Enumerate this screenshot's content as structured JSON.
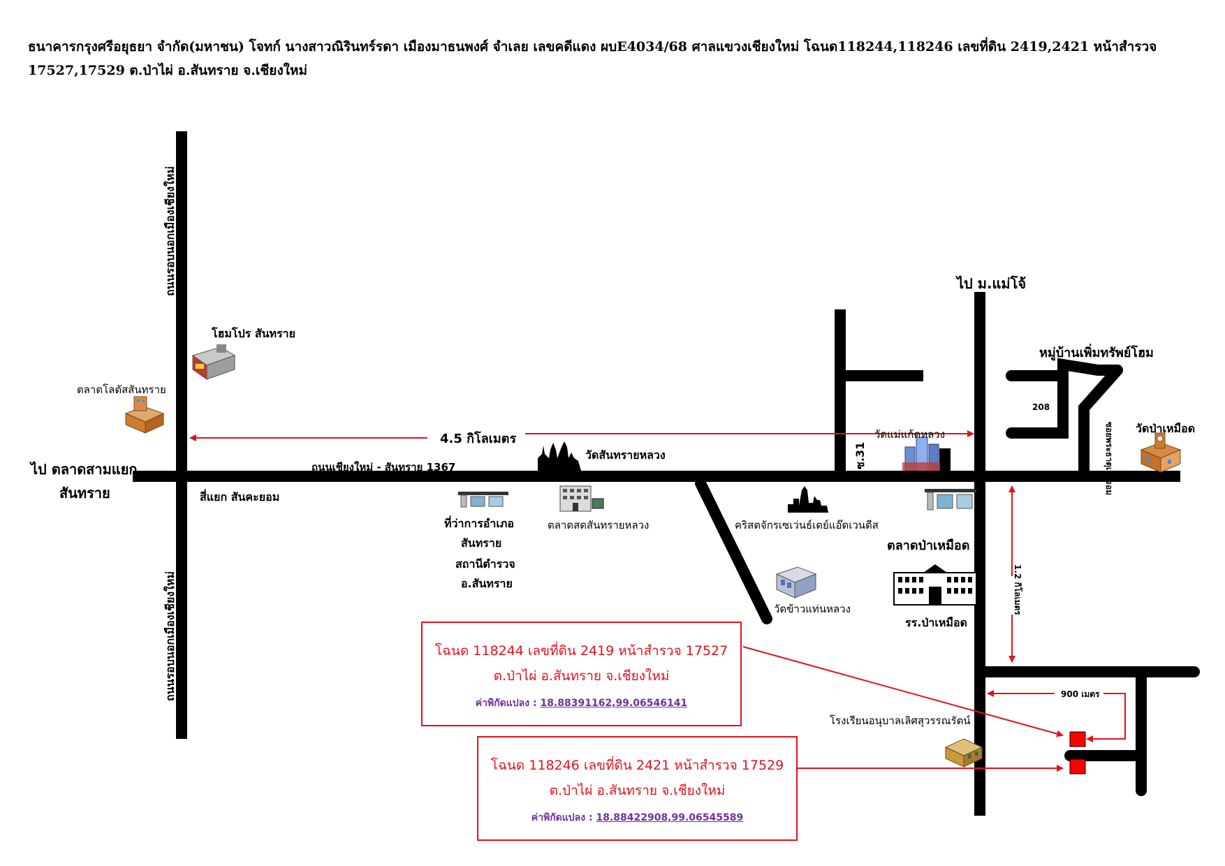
{
  "header": {
    "text": "ธนาคารกรุงศรีอยุธยา จำกัด(มหาชน)  โจทก์ นางสาวณิรินทร์รดา เมืองมาธนพงศ์ จำเลย  เลขคดีแดง ผบE4034/68 ศาลแขวงเชียงใหม่  โฉนด118244,118246 เลขที่ดิน 2419,2421 หน้าสำรวจ 17527,17529 ต.ป่าไผ่ อ.สันทราย จ.เชียงใหม่"
  },
  "roads": {
    "outer_ring_north": "ถนนรอบนอกเมืองเชียงใหม่",
    "outer_ring_south": "ถนนรอบนอกเมืองเชียงใหม่",
    "main_road": "ถนนเชียงใหม่ - สันทราย 1367",
    "soi_31": "ซ.31",
    "vertical_soi": "ซอยพระธาตุเจ้าจอม",
    "to_maejo": "ไป ม.แม่โจ้",
    "to_market_left_1": "ไป  ตลาดสามแยก",
    "to_market_left_2": "สันทราย",
    "intersection": "สี่แยก สันคะยอม"
  },
  "distances": {
    "d45": "4.5 กิโลเมตร",
    "d12": "1.2 กิโลเมตร",
    "d900": "900 เมตร",
    "no208": "208"
  },
  "places": {
    "homepro": "โฮมโปร สันทราย",
    "lotus": "ตลาดโลตัสสันทราย",
    "wat_santhai": "วัดสันทรายหลวง",
    "district_office_1": "ที่ว่าการอำเภอ",
    "district_office_2": "สันทราย",
    "police_1": "สถานีตำรวจ",
    "police_2": "อ.สันทราย",
    "fresh_market": "ตลาดสดสันทรายหลวง",
    "church": "คริสตจักรเซเว่นธ์เดย์แอ๊ดเวนตีส",
    "wat_khaotaen": "วัดข้าวแท่นหลวง",
    "wat_maekaet": "วัดแม่แก้ดหลวง",
    "pa_mueat_market": "ตลาดป่าเหมือด",
    "pa_mueat_school": "รร.ป่าเหมือด",
    "village": "หมู่บ้านเพิ่มทรัพย์โฮม",
    "wat_pa_mueat": "วัดป่าเหมือด",
    "kindergarten": "โรงเรียนอนุบาลเลิศสุวรรณรัตน์"
  },
  "parcels": [
    {
      "line1": "โฉนด 118244 เลขที่ดิน 2419 หน้าสำรวจ 17527 ต.ป่าไผ่  อ.สันทราย จ.เชียงใหม่",
      "coord_label": "ค่าพิกัดแปลง :",
      "coord_value": "18.88391162,99.06546141"
    },
    {
      "line1": "โฉนด 118246 เลขที่ดิน 2421 หน้าสำรวจ 17529 ต.ป่าไผ่  อ.สันทราย จ.เชียงใหม่",
      "coord_label": "ค่าพิกัดแปลง :",
      "coord_value": "18.88422908,99.06545589"
    }
  ],
  "colors": {
    "road": "#000000",
    "arrow": "#e3111c",
    "parcel": "#ff0000",
    "coord": "#7030a0"
  }
}
